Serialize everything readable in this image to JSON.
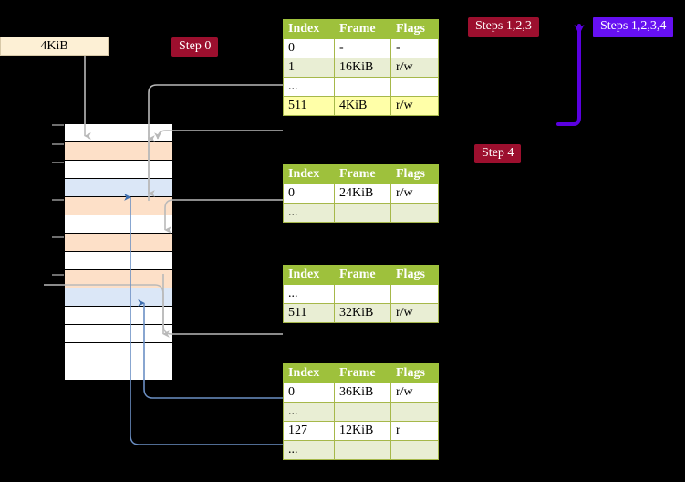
{
  "diagram": {
    "title_boxes": {
      "size_box_label": "4KiB"
    },
    "badges": [
      {
        "id": "step0",
        "label": "Step 0",
        "color": "#9c0f2e"
      },
      {
        "id": "steps123",
        "label": "Steps 1,2,3",
        "color": "#9c0f2e"
      },
      {
        "id": "steps1234",
        "label": "Steps 1,2,3,4",
        "color": "#6610f2"
      },
      {
        "id": "step4",
        "label": "Step 4",
        "color": "#9c0f2e"
      }
    ],
    "columns": [
      "Index",
      "Frame",
      "Flags"
    ],
    "tables": [
      {
        "id": "table1",
        "rows": [
          {
            "index": "0",
            "frame": "-",
            "flags": "-",
            "style": "plain"
          },
          {
            "index": "1",
            "frame": "16KiB",
            "flags": "r/w",
            "style": "alt"
          },
          {
            "index": "...",
            "frame": "",
            "flags": "",
            "style": "plain"
          },
          {
            "index": "511",
            "frame": "4KiB",
            "flags": "r/w",
            "style": "highlight"
          }
        ]
      },
      {
        "id": "table2",
        "rows": [
          {
            "index": "0",
            "frame": "24KiB",
            "flags": "r/w",
            "style": "plain"
          },
          {
            "index": "...",
            "frame": "",
            "flags": "",
            "style": "alt"
          }
        ]
      },
      {
        "id": "table3",
        "rows": [
          {
            "index": "...",
            "frame": "",
            "flags": "",
            "style": "plain"
          },
          {
            "index": "511",
            "frame": "32KiB",
            "flags": "r/w",
            "style": "alt"
          }
        ]
      },
      {
        "id": "table4",
        "rows": [
          {
            "index": "0",
            "frame": "36KiB",
            "flags": "r/w",
            "style": "plain"
          },
          {
            "index": "...",
            "frame": "",
            "flags": "",
            "style": "alt"
          },
          {
            "index": "127",
            "frame": "12KiB",
            "flags": "r",
            "style": "plain"
          },
          {
            "index": "...",
            "frame": "",
            "flags": "",
            "style": "alt"
          }
        ]
      }
    ],
    "memory": {
      "rows": [
        {
          "fill": "white"
        },
        {
          "fill": "orange"
        },
        {
          "fill": "white"
        },
        {
          "fill": "blue"
        },
        {
          "fill": "orange"
        },
        {
          "fill": "white"
        },
        {
          "fill": "orange"
        },
        {
          "fill": "white"
        },
        {
          "fill": "orange"
        },
        {
          "fill": "blue"
        },
        {
          "fill": "white"
        },
        {
          "fill": "white"
        },
        {
          "fill": "white"
        },
        {
          "fill": "white"
        }
      ],
      "fill_colors": {
        "white": "#ffffff",
        "orange": "#fde0c8",
        "blue": "#dbe7f7"
      }
    },
    "palette": {
      "background": "#000000",
      "table_header": "#9ec13c",
      "table_alt_row": "#e9eed4",
      "table_highlight_row": "#ffffa8",
      "size_box": "#fdf0d5",
      "gray_connector": "#b9b9b9",
      "blue_connector": "#6b8fc4",
      "violet_arrow": "#5a00e0"
    }
  }
}
